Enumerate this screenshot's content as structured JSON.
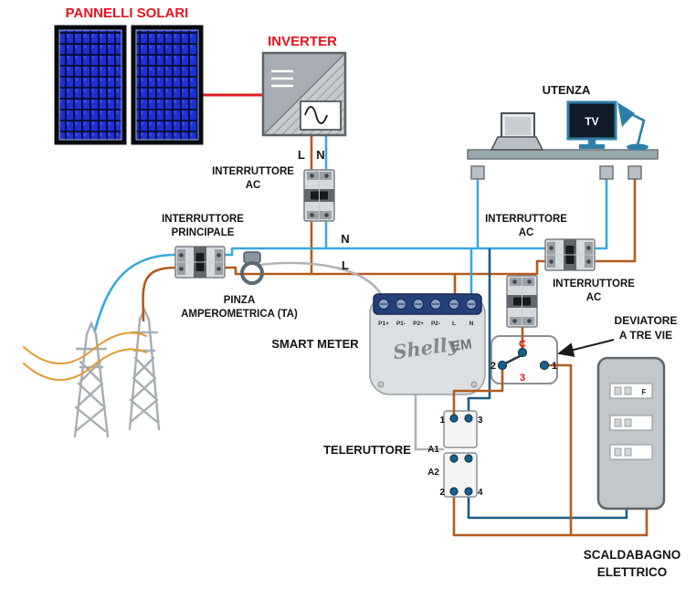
{
  "diagram": {
    "labels": {
      "pannelli_solari": "PANNELLI SOLARI",
      "inverter": "INVERTER",
      "phase": "L",
      "neutral": "N",
      "interruttore": "INTERRUTTORE",
      "ac": "AC",
      "principale": "PRINCIPALE",
      "pinza_1": "PINZA",
      "pinza_2": "AMPEROMETRICA (TA)",
      "smart_meter": "SMART METER",
      "utenza": "UTENZA",
      "tv": "TV",
      "deviatore_1": "DEVIATORE",
      "deviatore_2": "A TRE VIE",
      "teleruttore": "TELERUTTORE",
      "scaldabagno_1": "SCALDABAGNO",
      "scaldabagno_2": "ELETTRICO",
      "fuse": "F"
    },
    "shelly": {
      "brand": "Shelly",
      "model": "EM",
      "terminals": [
        "P1+",
        "P1-",
        "P2+",
        "P2-",
        "L",
        "N"
      ]
    },
    "switch_terminals": {
      "c": "C",
      "n1": "1",
      "n2": "2",
      "n3": "3"
    },
    "contactor_terminals": {
      "n1": "1",
      "n3": "3",
      "a1": "A1",
      "a2": "A2",
      "n2": "2",
      "n4": "4"
    },
    "wire_colors": {
      "live": "#b45a1d",
      "neutral": "#3aa9dc",
      "neutral_dark": "#1b5e86",
      "pv_dc": "#e01c24",
      "sensor": "#b3b3b3",
      "grid_span": "#e39a35"
    }
  }
}
